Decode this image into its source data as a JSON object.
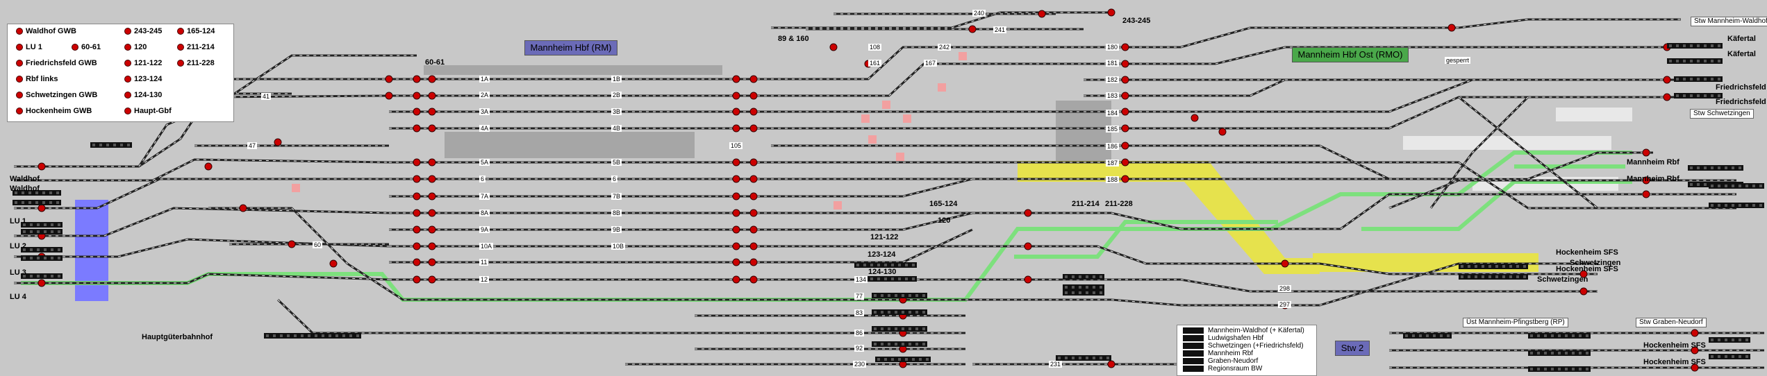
{
  "legend": {
    "items": [
      {
        "label": "Waldhof GWB"
      },
      {
        "label": "243-245"
      },
      {
        "label": "165-124"
      },
      {
        "label": "LU 1"
      },
      {
        "label": "60-61"
      },
      {
        "label": "120"
      },
      {
        "label": "211-214"
      },
      {
        "label": "Friedrichsfeld GWB"
      },
      {
        "label": "121-122"
      },
      {
        "label": "211-228"
      },
      {
        "label": "Rbf links"
      },
      {
        "label": "123-124"
      },
      {
        "label": "Schwetzingen GWB"
      },
      {
        "label": "124-130"
      },
      {
        "label": "Hockenheim GWB"
      },
      {
        "label": "Haupt-Gbf"
      }
    ]
  },
  "banners": {
    "hbf": "Mannheim Hbf (RM)",
    "ost": "Mannheim Hbf Ost (RMO)",
    "stw": "Stw 2"
  },
  "stw_labels": {
    "waldhof": "Stw Mannheim-Waldhof",
    "schwetzingen": "Stw Schwetzingen",
    "pfingstberg": "Üst Mannheim-Pfingstberg (RP)",
    "graben": "Stw Graben-Neudorf",
    "gesperrt": "gesperrt"
  },
  "stations": {
    "waldhof1": "Waldhof",
    "waldhof2": "Waldhof",
    "lu1": "LU 1",
    "lu2": "LU 2",
    "lu3": "LU 3",
    "lu4": "LU 4",
    "haupt": "Hauptgüterbahnhof",
    "kafertal1": "Käfertal",
    "kafertal2": "Käfertal",
    "friedrichsfeld1": "Friedrichsfeld",
    "friedrichsfeld2": "Friedrichsfeld",
    "rbf1": "Mannheim Rbf",
    "rbf2": "Mannheim Rbf",
    "schwetzingen1": "Schwetzingen",
    "schwetzingen2": "Schwetzingen",
    "hockenheim_sfs1": "Hockenheim SFS",
    "hockenheim_sfs2": "Hockenheim SFS",
    "hockenheim_sfs3": "Hockenheim SFS",
    "hockenheim_sfs4": "Hockenheim SFS"
  },
  "route_labels": {
    "r6061": "60-61",
    "r89160": "89 & 160",
    "r243245": "243-245",
    "r165124": "165-124",
    "r120": "120",
    "r211214": "211-214",
    "r211228": "211-228",
    "r121122": "121-122",
    "r123124": "123-124",
    "r124130": "124-130"
  },
  "tracks_hbf": [
    "1A",
    "2A",
    "3A",
    "4A",
    "5A",
    "6",
    "7A",
    "8A",
    "9A",
    "10A",
    "11",
    "12"
  ],
  "tracks_hbf_b": [
    "1B",
    "2B",
    "3B",
    "4B",
    "5B",
    "6",
    "7B",
    "8B",
    "9B",
    "10B"
  ],
  "tracks_mid": [
    "41",
    "47",
    "60",
    "105",
    "134",
    "77",
    "83",
    "86",
    "92",
    "230",
    "231"
  ],
  "tracks_right": [
    "180",
    "181",
    "182",
    "183",
    "184",
    "185",
    "186",
    "187",
    "188"
  ],
  "tracks_top": [
    "240",
    "241",
    "242",
    "161",
    "167",
    "108"
  ],
  "tracks_sfs": [
    "298",
    "297"
  ],
  "legend2": {
    "items": [
      {
        "label": "Mannheim-Waldhof (+ Käfertal)"
      },
      {
        "label": "Ludwigshafen Hbf"
      },
      {
        "label": "Schwetzingen (+Friedrichsfeld)"
      },
      {
        "label": "Mannheim Rbf"
      },
      {
        "label": "Graben-Neudorf"
      },
      {
        "label": "Regionsraum BW"
      }
    ]
  },
  "colors": {
    "background": "#c8c8c8",
    "track": "#222222",
    "signal": "#cc0000",
    "route_green": "#7de07d",
    "route_yellow": "#e6e24d",
    "area_blue": "#7b7bff",
    "area_gray": "#a6a6a6",
    "banner_hbf": "#6b6bb8",
    "banner_ost": "#4aa84a",
    "banner_stw": "#6b6bb8"
  }
}
